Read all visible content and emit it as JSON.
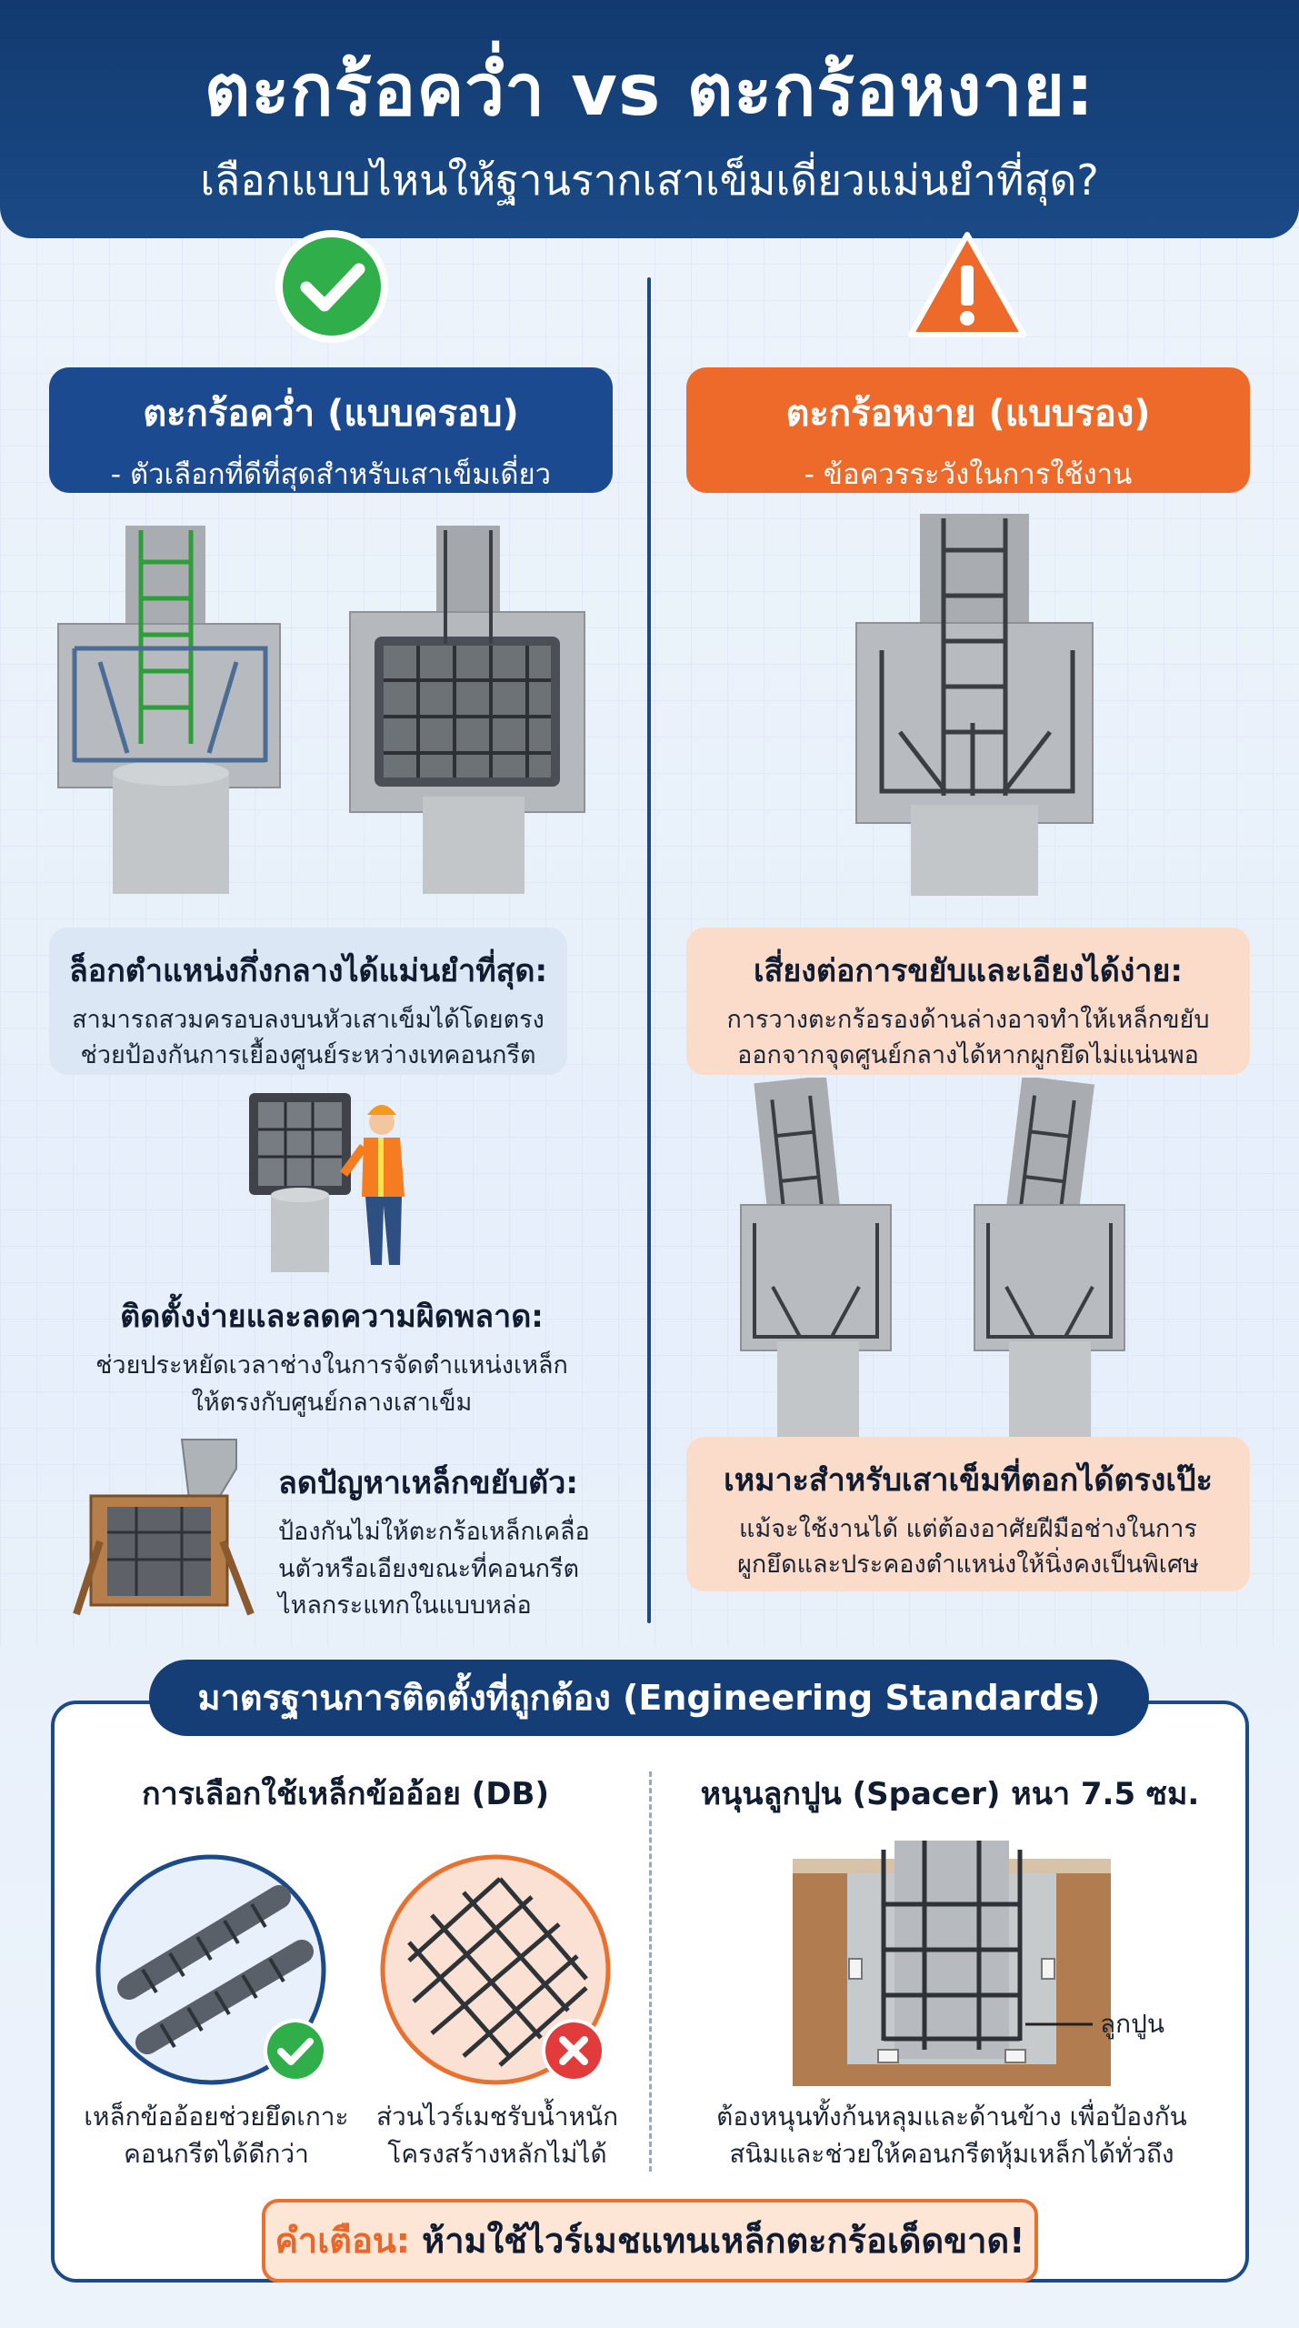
{
  "header": {
    "title": "ตะกร้อคว่ำ vs ตะกร้อหงาย:",
    "subtitle": "เลือกแบบไหนให้ฐานรากเสาเข็มเดี่ยวแม่นยำที่สุด?"
  },
  "left": {
    "pill_title": "ตะกร้อคว่ำ (แบบครอบ)",
    "pill_sub": "- ตัวเลือกที่ดีที่สุดสำหรับเสาเข็มเดี่ยว",
    "box1_title": "ล็อกตำแหน่งกึ่งกลางได้แม่นยำที่สุด:",
    "box1_line1": "สามารถสวมครอบลงบนหัวเสาเข็มได้โดยตรง",
    "box1_line2": "ช่วยป้องกันการเยื้องศูนย์ระหว่างเทคอนกรีต",
    "block2_title": "ติดตั้งง่ายและลดความผิดพลาด:",
    "block2_line1": "ช่วยประหยัดเวลาช่างในการจัดตำแหน่งเหล็ก",
    "block2_line2": "ให้ตรงกับศูนย์กลางเสาเข็ม",
    "block3_title": "ลดปัญหาเหล็กขยับตัว:",
    "block3_line1": "ป้องกันไม่ให้ตะกร้อเหล็กเคลื่อ",
    "block3_line2": "นตัวหรือเอียงขณะที่คอนกรีต",
    "block3_line3": "ไหลกระแทกในแบบหล่อ"
  },
  "right": {
    "pill_title": "ตะกร้อหงาย (แบบรอง)",
    "pill_sub": "- ข้อควรระวังในการใช้งาน",
    "box1_title": "เสี่ยงต่อการขยับและเอียงได้ง่าย:",
    "box1_line1": "การวางตะกร้อรองด้านล่างอาจทำให้เหล็กขยับ",
    "box1_line2": "ออกจากจุดศูนย์กลางได้หากผูกยึดไม่แน่นพอ",
    "box2_title": "เหมาะสำหรับเสาเข็มที่ตอกได้ตรงเป๊ะ",
    "box2_line1": "แม้จะใช้งานได้ แต่ต้องอาศัยฝีมือช่างในการ",
    "box2_line2": "ผูกยึดและประคองตำแหน่งให้นิ่งคงเป็นพิเศษ"
  },
  "standards": {
    "title": "มาตรฐานการติดตั้งที่ถูกต้อง (Engineering Standards)",
    "left_heading": "การเลือกใช้เหล็กข้ออ้อย (DB)",
    "cap_rebar_1": "เหล็กข้ออ้อยช่วยยึดเกาะ",
    "cap_rebar_2": "คอนกรีตได้ดีกว่า",
    "cap_mesh_1": "ส่วนไวร์เมชรับน้ำหนัก",
    "cap_mesh_2": "โครงสร้างหลักไม่ได้",
    "right_heading": "หนุนลูกปูน (Spacer) หนา 7.5 ซม.",
    "spacer_label": "ลูกปูน",
    "cap_spacer_1": "ต้องหนุนทั้งก้นหลุมและด้านข้าง เพื่อป้องกัน",
    "cap_spacer_2": "สนิมและช่วยให้คอนกรีตหุ้มเหล็กได้ทั่วถึง",
    "warning_label": "คำเตือน:",
    "warning_text": " ห้ามใช้ไวร์เมชแทนเหล็กตะกร้อเด็ดขาด!"
  },
  "colors": {
    "navy": "#1b4a91",
    "orange": "#ee6a2b",
    "green": "#2fae4a",
    "red": "#e23b3b"
  },
  "icons": [
    "check-circle-icon",
    "warning-triangle-icon",
    "check-badge-icon",
    "cross-badge-icon"
  ]
}
